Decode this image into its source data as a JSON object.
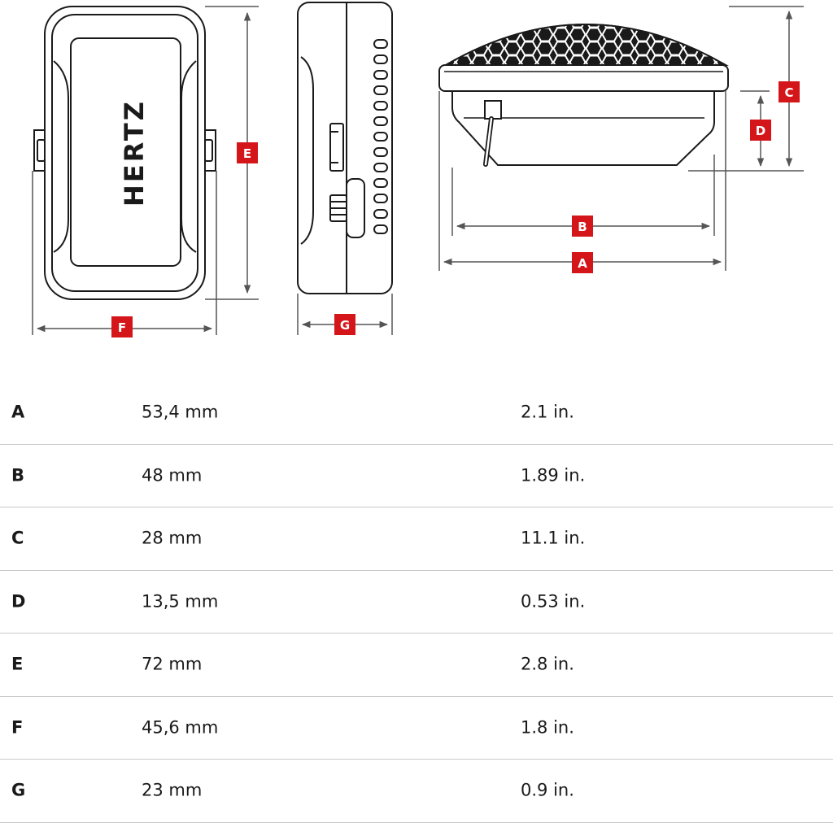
{
  "brand": "HERTZ",
  "dimension_labels": {
    "a": "A",
    "b": "B",
    "c": "C",
    "d": "D",
    "e": "E",
    "f": "F",
    "g": "G"
  },
  "colors": {
    "label_fill": "#d4161b",
    "line": "#1a1a1a",
    "dimension_line": "#555555",
    "row_divider": "#c9c9c9"
  },
  "specs": [
    {
      "letter": "A",
      "mm": "53,4 mm",
      "inch": "2.1 in."
    },
    {
      "letter": "B",
      "mm": "48 mm",
      "inch": "1.89 in."
    },
    {
      "letter": "C",
      "mm": "28 mm",
      "inch": "11.1 in."
    },
    {
      "letter": "D",
      "mm": "13,5 mm",
      "inch": "0.53 in."
    },
    {
      "letter": "E",
      "mm": "72 mm",
      "inch": "2.8 in."
    },
    {
      "letter": "F",
      "mm": "45,6 mm",
      "inch": "1.8 in."
    },
    {
      "letter": "G",
      "mm": "23 mm",
      "inch": "0.9 in."
    }
  ]
}
